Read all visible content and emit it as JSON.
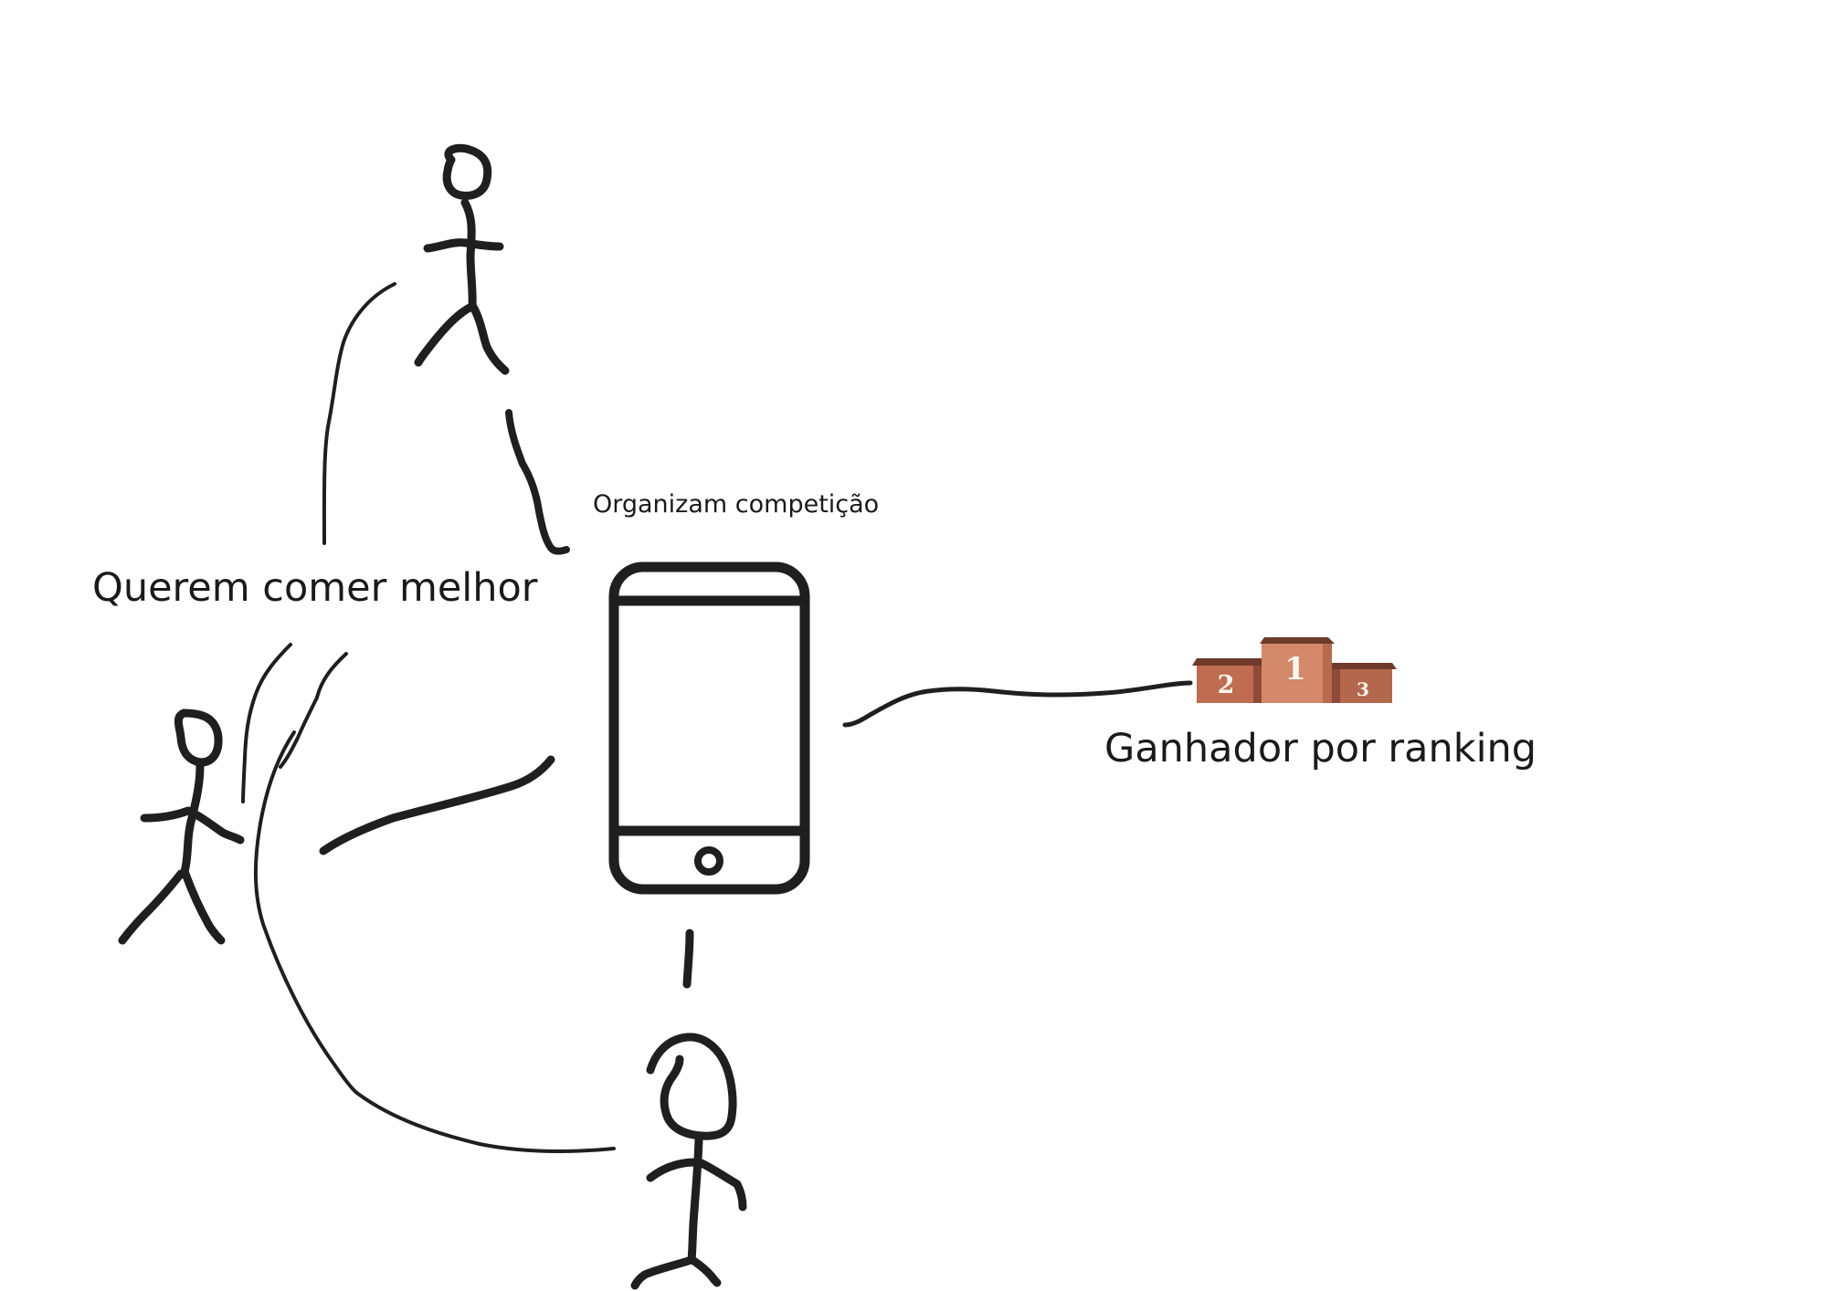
{
  "labels": {
    "organizam": "Organizam competição",
    "querem": "Querem comer melhor",
    "ganhador": "Ganhador por ranking"
  },
  "podium": {
    "first": "1",
    "second": "2",
    "third": "3"
  },
  "colors": {
    "ink": "#1f1f1f",
    "podium_main": "#c06c50",
    "podium_dark": "#8e4b36",
    "podium_light": "#d4896b",
    "podium_top": "#6e3a2a"
  },
  "icons": [
    "stick-figure",
    "smartphone",
    "podium"
  ]
}
